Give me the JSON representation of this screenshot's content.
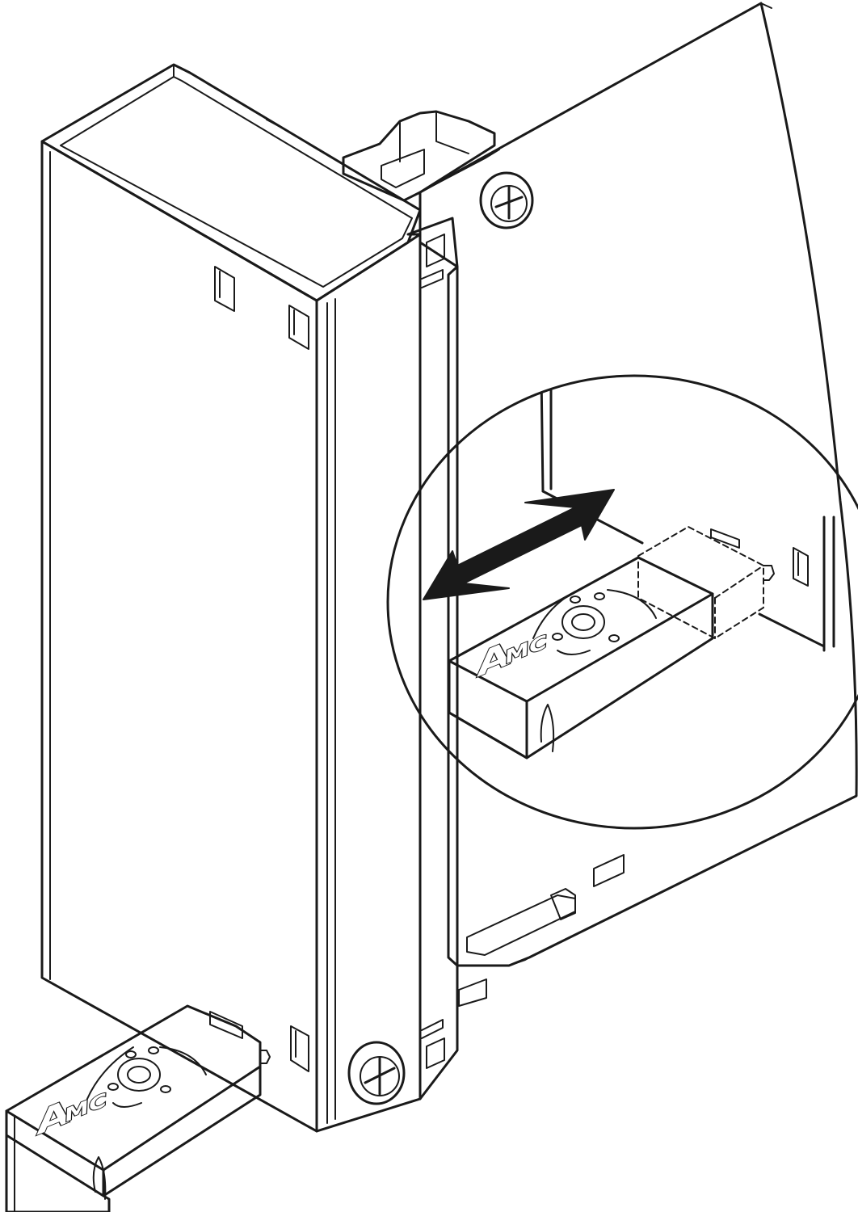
{
  "colors": {
    "line": "#1a1a1a",
    "face_fill": "#ffffff",
    "shade_fill": "#c9c9c9",
    "light_fill": "#ececec"
  },
  "logo": {
    "big_letter": "A",
    "small_letters": "MC"
  },
  "arrow": {
    "type": "double-headed",
    "meaning": "slide"
  }
}
